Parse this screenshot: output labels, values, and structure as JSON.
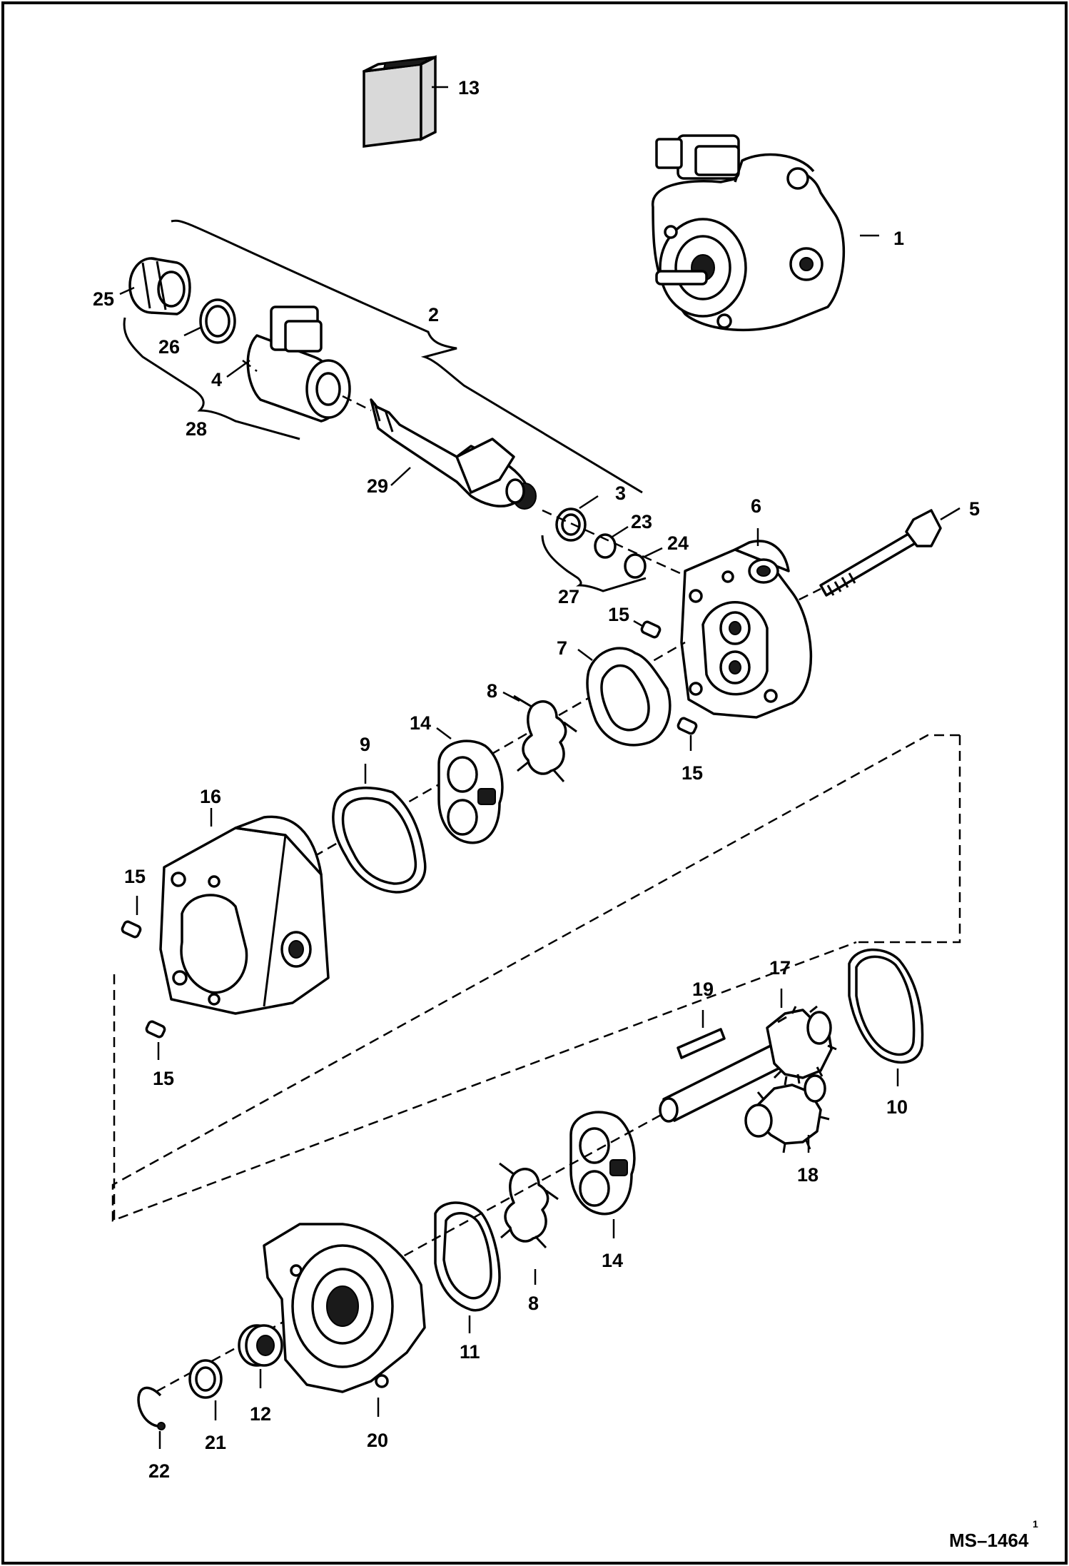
{
  "callouts": {
    "c1": "1",
    "c2": "2",
    "c3": "3",
    "c4": "4",
    "c5": "5",
    "c6": "6",
    "c7": "7",
    "c8a": "8",
    "c8b": "8",
    "c9": "9",
    "c10": "10",
    "c11": "11",
    "c12": "12",
    "c13": "13",
    "c14a": "14",
    "c14b": "14",
    "c15a": "15",
    "c15b": "15",
    "c15c": "15",
    "c15d": "15",
    "c16": "16",
    "c17": "17",
    "c18": "18",
    "c19": "19",
    "c20": "20",
    "c21": "21",
    "c22": "22",
    "c23": "23",
    "c24": "24",
    "c25": "25",
    "c26": "26",
    "c27": "27",
    "c28": "28",
    "c29": "29"
  },
  "drawing_id": "MS–1464",
  "drawing_sheet": "1"
}
